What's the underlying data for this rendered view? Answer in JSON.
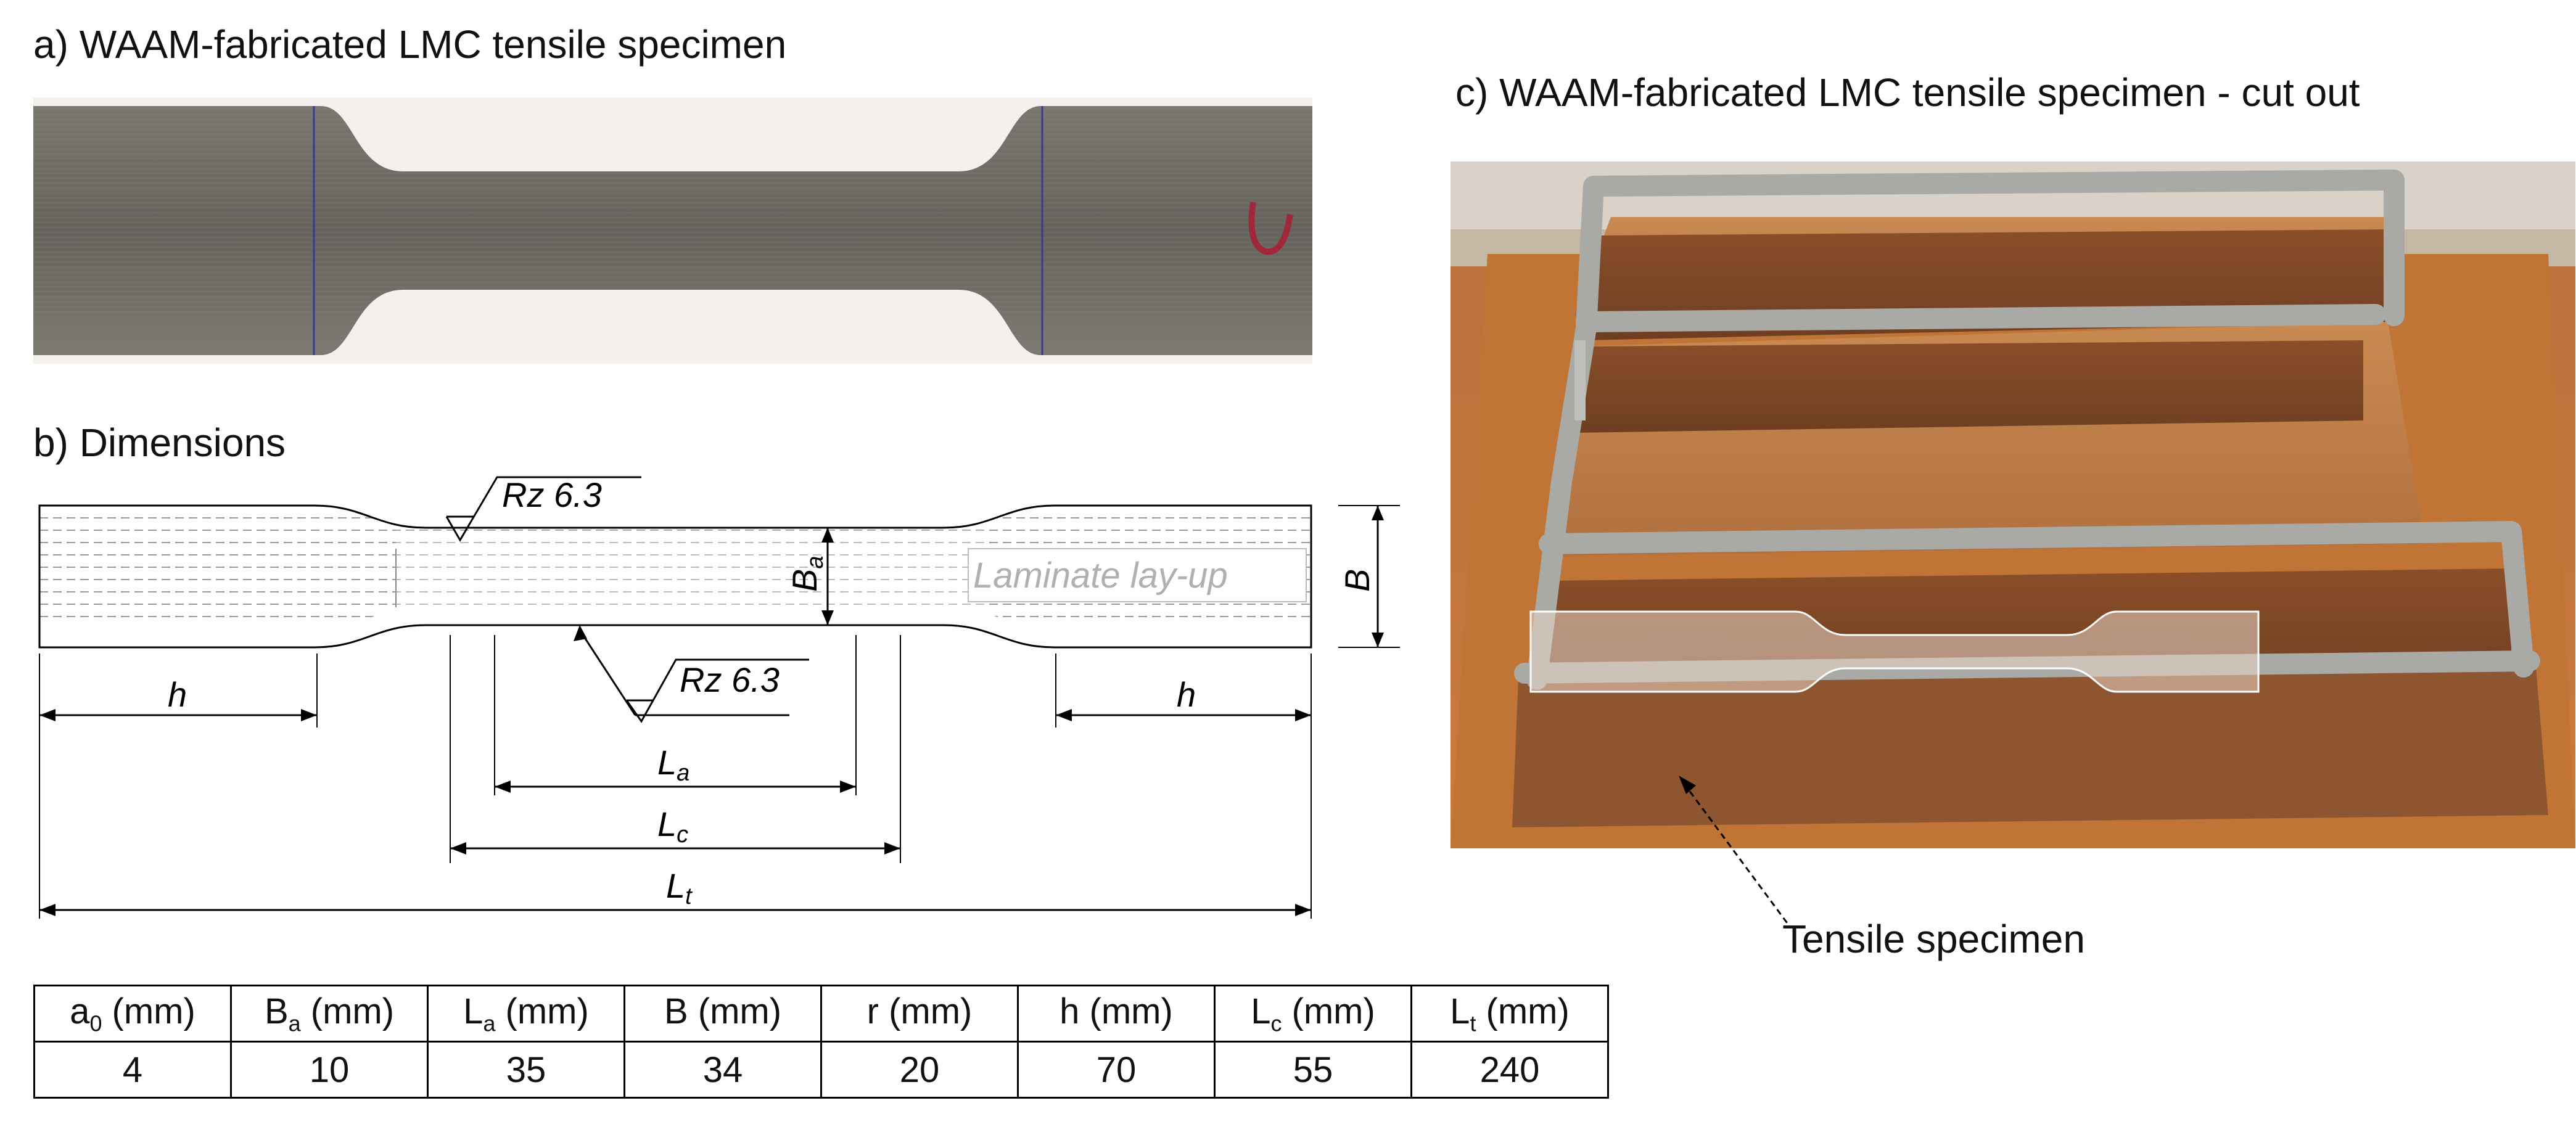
{
  "captions": {
    "a": "a) WAAM-fabricated LMC tensile specimen",
    "b": "b) Dimensions",
    "c": "c) WAAM-fabricated LMC tensile specimen - cut out"
  },
  "drawing": {
    "roughness_top": "Rz 6.3",
    "roughness_bottom": "Rz 6.3",
    "laminate_label": "Laminate lay-up",
    "label_h_left": "h",
    "label_h_right": "h",
    "label_La_main": "L",
    "label_La_sub": "a",
    "label_Lc_main": "L",
    "label_Lc_sub": "c",
    "label_Lt_main": "L",
    "label_Lt_sub": "t",
    "label_Ba_main": "B",
    "label_Ba_sub": "a",
    "label_B": "B"
  },
  "photo_c": {
    "callout": "Tensile specimen"
  },
  "table": {
    "headers": [
      {
        "main": "a",
        "sub": "0",
        "unit": " (mm)"
      },
      {
        "main": "B",
        "sub": "a",
        "unit": " (mm)"
      },
      {
        "main": "L",
        "sub": "a",
        "unit": " (mm)"
      },
      {
        "main": "B",
        "sub": "",
        "unit": " (mm)"
      },
      {
        "main": "r",
        "sub": "",
        "unit": " (mm)"
      },
      {
        "main": "h",
        "sub": "",
        "unit": " (mm)"
      },
      {
        "main": "L",
        "sub": "c",
        "unit": " (mm)"
      },
      {
        "main": "L",
        "sub": "t",
        "unit": " (mm)"
      }
    ],
    "values": [
      "4",
      "10",
      "35",
      "34",
      "20",
      "70",
      "55",
      "240"
    ]
  },
  "colors": {
    "metal": "#6f6c66",
    "rust": "#b8652a",
    "weld_bead": "#a9aaa6"
  }
}
